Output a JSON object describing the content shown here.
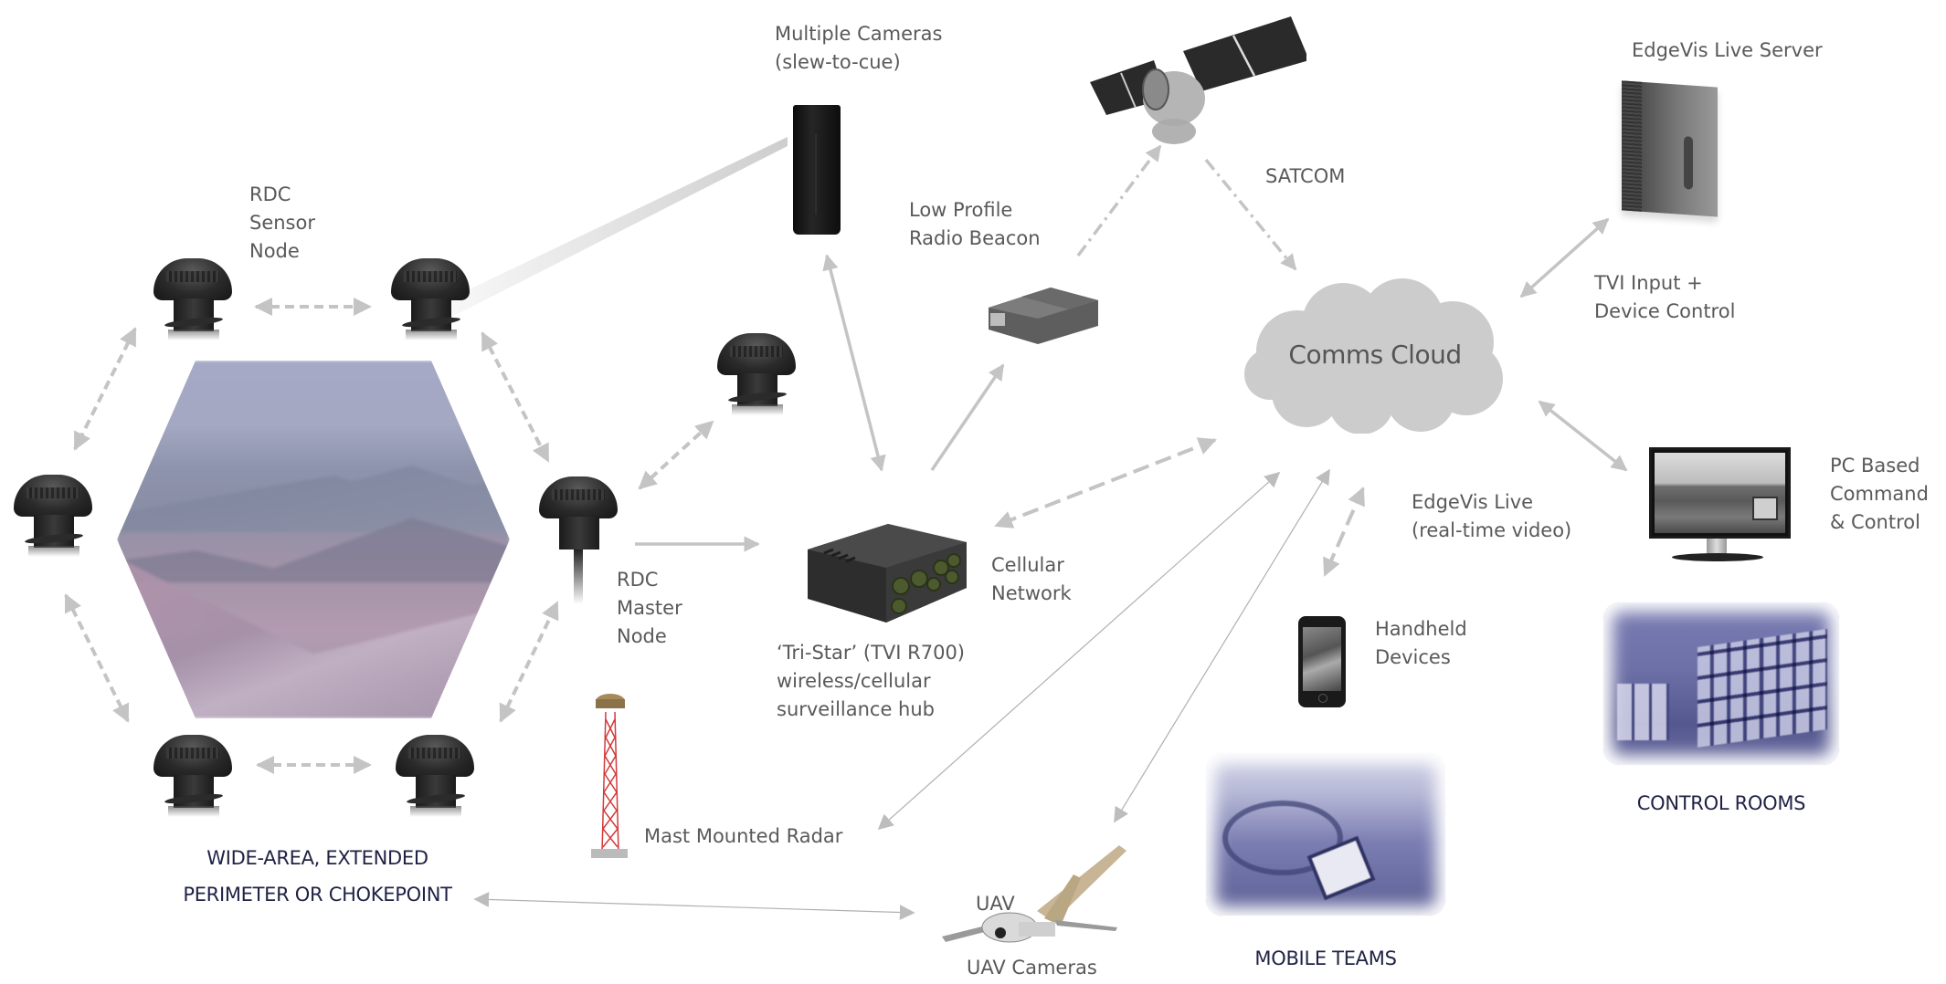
{
  "diagram": {
    "title": "EdgeVis / TVI wide-area surveillance network",
    "colors": {
      "label_text": "#595959",
      "caption_text": "#1f2244",
      "arrow": "#c4c4c4",
      "cloud": "#cccccc",
      "photo_tint": "#6e71a8"
    }
  },
  "nodes": {
    "rdc_sensor_node": {
      "label": [
        "RDC",
        "Sensor",
        "Node"
      ],
      "icon": "rdc-sensor-node-icon"
    },
    "rdc_master_node": {
      "label": [
        "RDC",
        "Master",
        "Node"
      ],
      "icon": "rdc-master-node-icon"
    },
    "cameras": {
      "label": [
        "Multiple Cameras",
        "(slew-to-cue)"
      ],
      "icon": "camera-icon"
    },
    "radio_beacon": {
      "label": [
        "Low Profile",
        "Radio Beacon"
      ],
      "icon": "radio-beacon-icon"
    },
    "satellite": {
      "label": "SATCOM",
      "icon": "satellite-icon"
    },
    "cloud": {
      "label": "Comms Cloud",
      "icon": "cloud-icon"
    },
    "server": {
      "label": "EdgeVis Live Server",
      "icon": "server-icon"
    },
    "server_link": {
      "label": [
        "TVI Input +",
        "Device Control"
      ]
    },
    "pc": {
      "label": [
        "PC Based",
        "Command",
        "& Control"
      ],
      "icon": "monitor-icon"
    },
    "control_rooms": {
      "label": "CONTROL ROOMS",
      "icon": "control-room-photo"
    },
    "hub": {
      "label": [
        "‘Tri-Star’ (TVI R700)",
        "wireless/cellular",
        "surveillance hub"
      ],
      "icon": "surveillance-hub-icon"
    },
    "cellular": {
      "label": [
        "Cellular",
        "Network"
      ]
    },
    "edgevis_live": {
      "label": [
        "EdgeVis Live",
        "(real-time video)"
      ]
    },
    "handheld": {
      "label": [
        "Handheld",
        "Devices"
      ],
      "icon": "smartphone-icon"
    },
    "mobile_teams": {
      "label": "MOBILE TEAMS",
      "icon": "mobile-teams-photo"
    },
    "radar": {
      "label": "Mast Mounted Radar",
      "icon": "radar-mast-icon"
    },
    "uav": {
      "label": "UAV",
      "caption": "UAV Cameras",
      "icon": "uav-icon"
    },
    "perimeter": {
      "label": [
        "WIDE-AREA, EXTENDED",
        "PERIMETER OR CHOKEPOINT"
      ],
      "icon": "landscape-hexagon"
    }
  },
  "links": [
    {
      "from": "rdc_sensor_node_tl",
      "to": "rdc_sensor_node_tr",
      "style": "dashed",
      "direction": "both"
    },
    {
      "from": "rdc_sensor_node_tl",
      "to": "rdc_sensor_node_l",
      "style": "dashed",
      "direction": "both"
    },
    {
      "from": "rdc_sensor_node_tr",
      "to": "rdc_master_node",
      "style": "dashed",
      "direction": "both"
    },
    {
      "from": "rdc_sensor_node_l",
      "to": "rdc_sensor_node_bl",
      "style": "dashed",
      "direction": "both"
    },
    {
      "from": "rdc_sensor_node_bl",
      "to": "rdc_sensor_node_br",
      "style": "dashed",
      "direction": "both"
    },
    {
      "from": "rdc_sensor_node_br",
      "to": "rdc_master_node",
      "style": "dashed",
      "direction": "both"
    },
    {
      "from": "rdc_master_node",
      "to": "rdc_sensor_node_extra",
      "style": "dashed",
      "direction": "both"
    },
    {
      "from": "rdc_master_node",
      "to": "hub",
      "style": "solid",
      "direction": "forward"
    },
    {
      "from": "hub",
      "to": "cameras",
      "style": "solid",
      "direction": "both"
    },
    {
      "from": "hub",
      "to": "radio_beacon",
      "style": "solid",
      "direction": "forward"
    },
    {
      "from": "radio_beacon",
      "to": "satellite",
      "style": "dash-dot",
      "direction": "forward"
    },
    {
      "from": "satellite",
      "to": "cloud",
      "style": "dash-dot",
      "direction": "forward"
    },
    {
      "from": "cloud",
      "to": "hub",
      "style": "dashed",
      "direction": "both"
    },
    {
      "from": "cloud",
      "to": "server",
      "style": "solid",
      "direction": "both"
    },
    {
      "from": "cloud",
      "to": "pc",
      "style": "solid",
      "direction": "both"
    },
    {
      "from": "cloud",
      "to": "handheld",
      "style": "dashed",
      "direction": "both"
    },
    {
      "from": "cloud",
      "to": "radar",
      "style": "thin",
      "direction": "both"
    },
    {
      "from": "cloud",
      "to": "uav",
      "style": "thin",
      "direction": "both"
    },
    {
      "from": "perimeter",
      "to": "uav",
      "style": "thin",
      "direction": "both"
    }
  ]
}
